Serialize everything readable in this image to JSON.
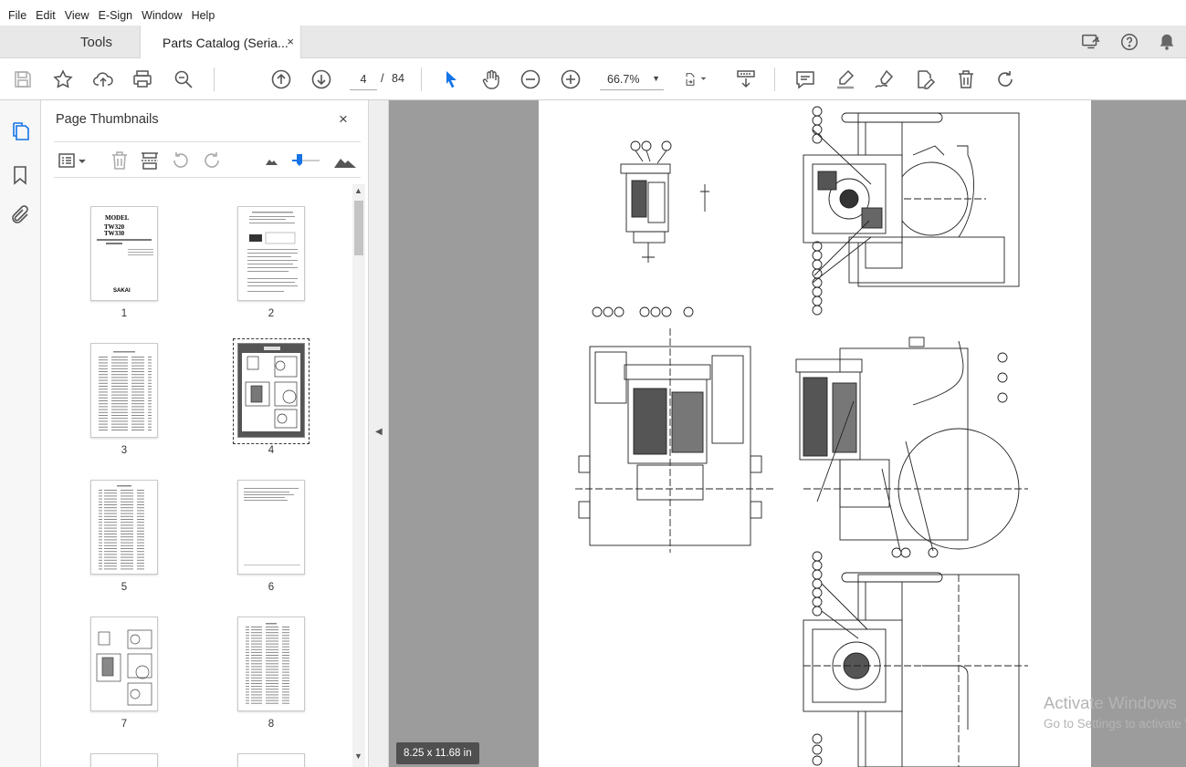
{
  "menu": [
    "File",
    "Edit",
    "View",
    "E-Sign",
    "Window",
    "Help"
  ],
  "tabs": {
    "tools": "Tools",
    "document": "Parts Catalog (Seria...",
    "close": "×"
  },
  "toolbar": {
    "current_page": "4",
    "page_separator": "/",
    "total_pages": "84",
    "zoom": "66.7%"
  },
  "panel": {
    "title": "Page Thumbnails",
    "close": "×"
  },
  "thumbnails": [
    {
      "label": "1",
      "selected": false
    },
    {
      "label": "2",
      "selected": false
    },
    {
      "label": "3",
      "selected": false
    },
    {
      "label": "4",
      "selected": true
    },
    {
      "label": "5",
      "selected": false
    },
    {
      "label": "6",
      "selected": false
    },
    {
      "label": "7",
      "selected": false
    },
    {
      "label": "8",
      "selected": false
    }
  ],
  "thumb1_text": {
    "model": "MODEL",
    "tw320": "TW320",
    "tw330": "TW330",
    "brand": "SAKAI"
  },
  "status": {
    "page_size": "8.25 x 11.68 in"
  },
  "watermark": {
    "line1": "Activate Windows",
    "line2": "Go to Settings to activate Windows."
  },
  "colors": {
    "accent": "#1473e6",
    "viewer_bg": "#9c9c9c",
    "panel_bg": "#ffffff"
  },
  "icons": [
    "save-icon",
    "bookmark-star-icon",
    "upload-cloud-icon",
    "print-icon",
    "zoom-search-icon",
    "page-up-icon",
    "page-down-icon",
    "select-arrow-icon",
    "hand-icon",
    "zoom-out-icon",
    "zoom-in-icon",
    "fit-page-icon",
    "scroll-mode-icon",
    "comment-icon",
    "highlight-icon",
    "sign-icon",
    "edit-pdf-icon",
    "delete-icon",
    "rotate-icon"
  ]
}
